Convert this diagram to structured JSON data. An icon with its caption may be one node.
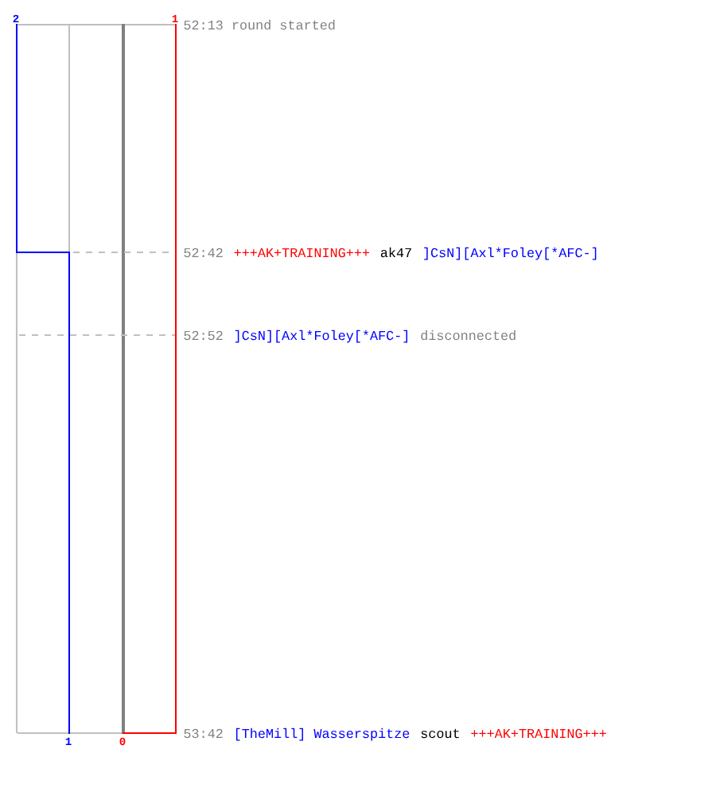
{
  "diagram": {
    "labels": [
      "2",
      "1",
      "52:13 round started",
      "52:42",
      "+++AK+TRAINING+++",
      "ak47",
      "]CsN][Axl*Foley[*AFC-]",
      "52:52",
      "]CsN][Axl*Foley[*AFC-]",
      "disconnected",
      "1",
      "0",
      "53:42",
      "[TheMill] Wasserspitze",
      "scout",
      "+++AK+TRAINING+++"
    ]
  }
}
